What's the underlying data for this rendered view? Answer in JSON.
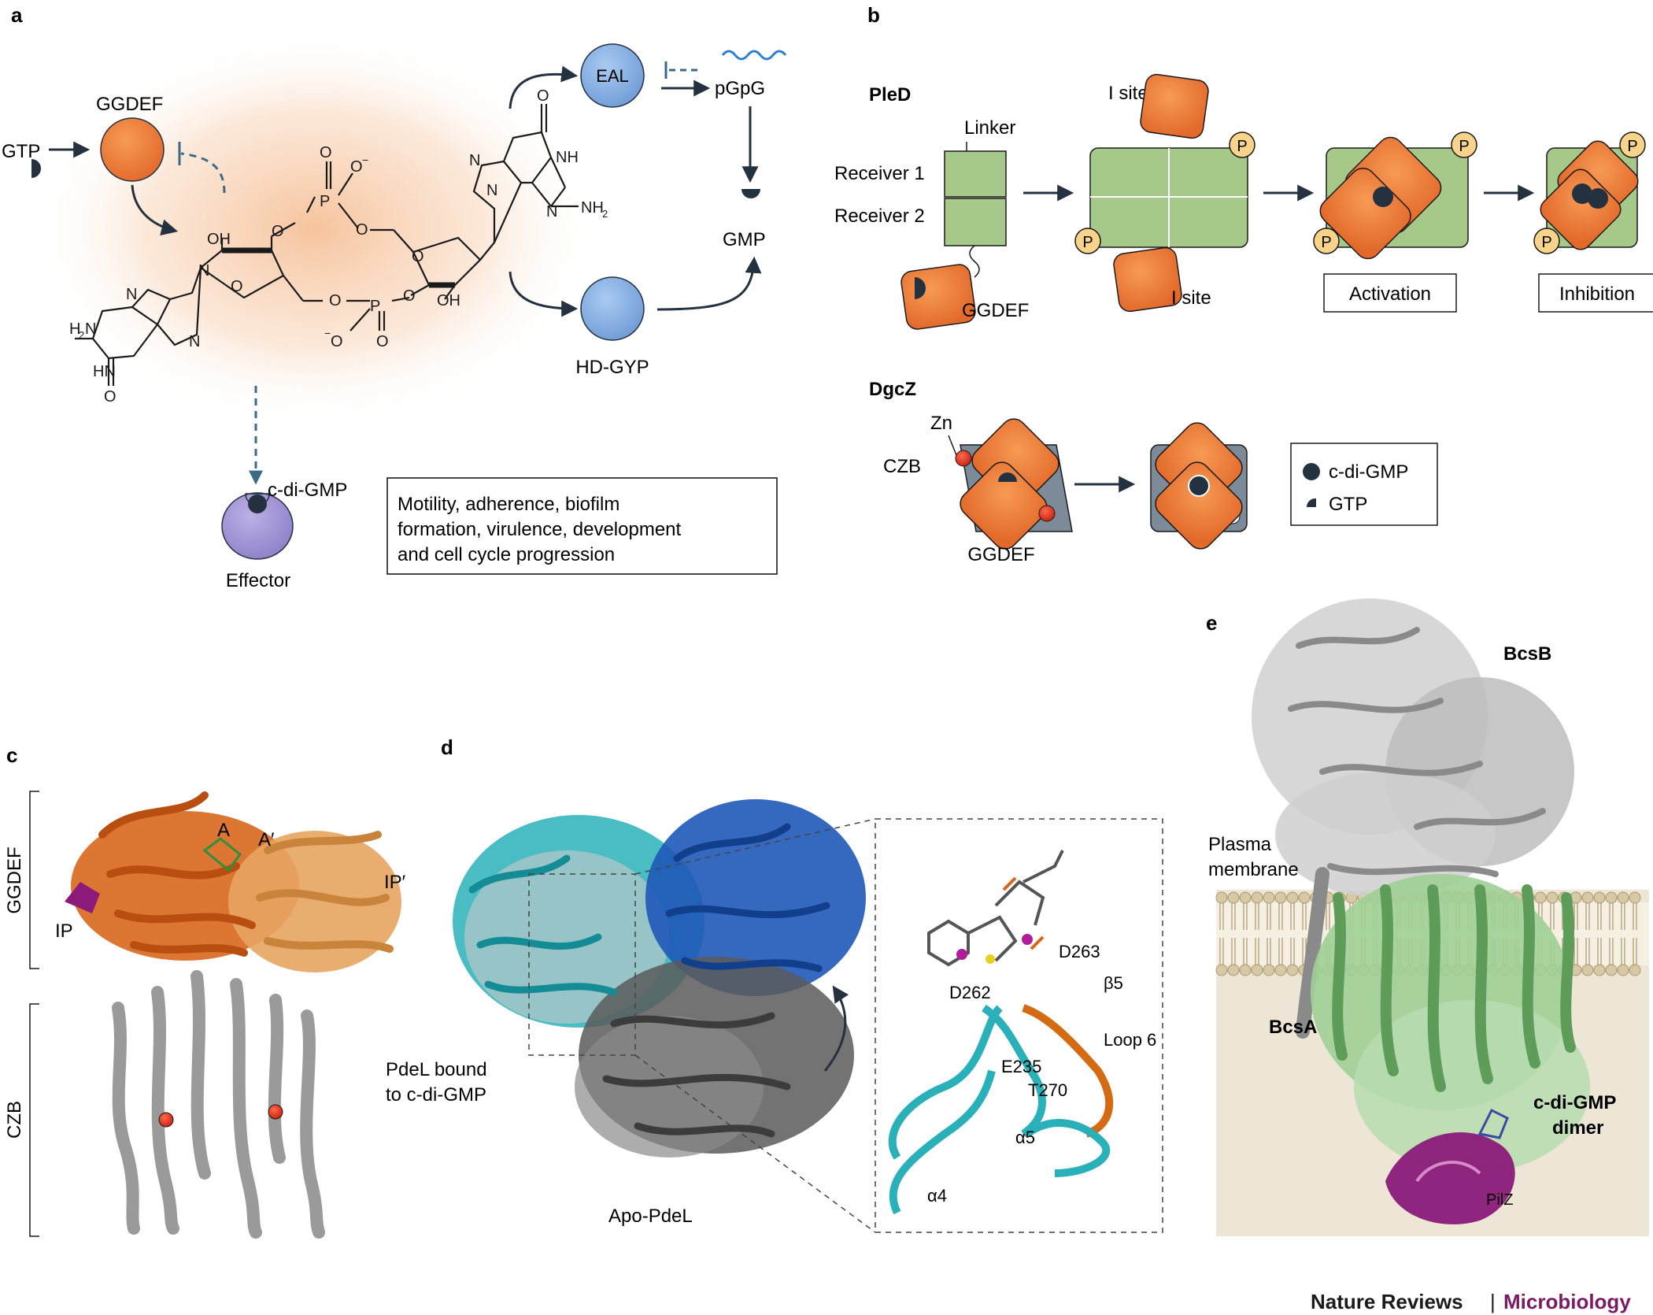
{
  "panels": {
    "a": {
      "letter": "a",
      "gtp": "GTP",
      "ggdef": "GGDEF",
      "eal": "EAL",
      "pgpg": "pGpG",
      "gmp": "GMP",
      "hdgyp": "HD-GYP",
      "cdigmp": "c-di-GMP",
      "effector": "Effector",
      "outcome_lines": [
        "Motility, adherence, biofilm",
        "formation, virulence, development",
        "and cell cycle progression"
      ],
      "chem": {
        "o": "O",
        "n": "N",
        "nh": "NH",
        "nh2": "NH",
        "nh2_sub": "2",
        "h2n": "H",
        "h2n_n": "N",
        "h2n_sub": "2",
        "hn": "HN",
        "oh": "OH",
        "p": "P",
        "o_minus": "O",
        "minus": "−"
      }
    },
    "b": {
      "letter": "b",
      "pled": "PleD",
      "linker": "Linker",
      "receiver1": "Receiver 1",
      "receiver2": "Receiver 2",
      "ggdef": "GGDEF",
      "isite": "I site",
      "p": "P",
      "activation": "Activation",
      "inhibition": "Inhibition",
      "dgcz": "DgcZ",
      "zn": "Zn",
      "czb": "CZB",
      "legend": {
        "cdigmp": "c-di-GMP",
        "gtp": "GTP"
      }
    },
    "c": {
      "letter": "c",
      "ggdef": "GGDEF",
      "czb": "CZB",
      "a": "A",
      "a_prime": "A′",
      "ip": "IP",
      "ip_prime": "IP′"
    },
    "d": {
      "letter": "d",
      "pdel_bound": [
        "PdeL bound",
        "to c-di-GMP"
      ],
      "apo": "Apo-PdeL",
      "d263": "D263",
      "d262": "D262",
      "b5": "β5",
      "loop6": "Loop 6",
      "e235": "E235",
      "t270": "T270",
      "a5": "α5",
      "a4": "α4"
    },
    "e": {
      "letter": "e",
      "bcsb": "BcsB",
      "membrane": [
        "Plasma",
        "membrane"
      ],
      "bcsa": "BcsA",
      "dimer": [
        "c-di-GMP",
        "dimer"
      ],
      "pilz": "PilZ"
    }
  },
  "footer": {
    "journal": "Nature Reviews",
    "sep": "|",
    "section": "Microbiology"
  },
  "colors": {
    "orange": "#e8762c",
    "blue": "#8ab4e6",
    "purple": "#a698d6",
    "green": "#a6c98a",
    "teal": "#2ab0b8",
    "darkblue": "#1f58b8",
    "grey": "#9a9a9a",
    "magenta": "#8b1a7a",
    "membrane_bg": "#ede6d6",
    "zn_red": "#e0301e"
  }
}
